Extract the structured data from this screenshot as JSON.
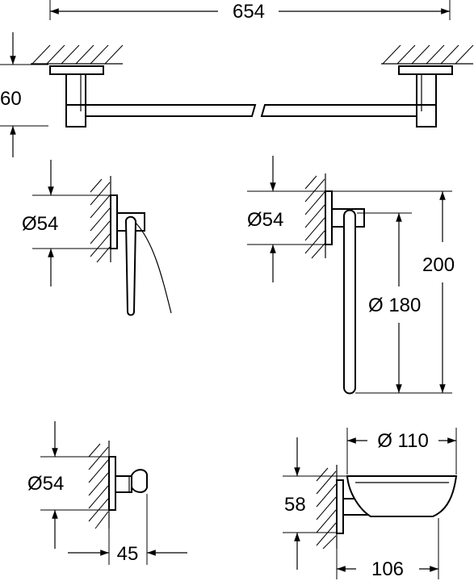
{
  "towel_rail": {
    "width_label": "654",
    "depth_label": "60"
  },
  "toilet_roll_holder": {
    "rosette_label": "Ø54"
  },
  "towel_ring": {
    "rosette_label": "Ø54",
    "height_label": "200",
    "ring_label": "Ø 180"
  },
  "robe_hook": {
    "rosette_label": "Ø54",
    "projection_label": "45"
  },
  "soap_dish": {
    "dish_label": "Ø 110",
    "height_label": "58",
    "projection_label": "106"
  }
}
